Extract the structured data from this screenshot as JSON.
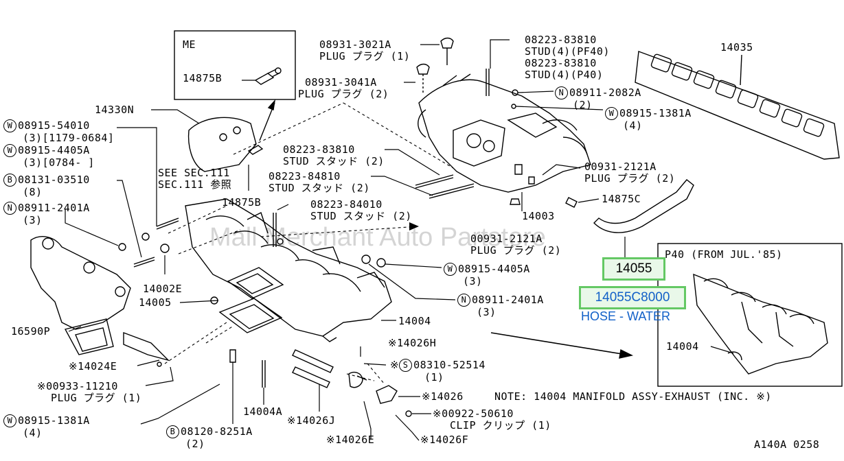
{
  "watermark": "Mall Merchant Auto Partstore",
  "diagram_code": "A140A 0258",
  "highlight": {
    "part": "14055",
    "part_code": "14055C8000",
    "part_name": "HOSE - WATER",
    "accent_color": "#64c864",
    "text_color": "#1260c8"
  },
  "inset_me": {
    "title": "ME",
    "part": "14875B"
  },
  "inset_p40": {
    "title": "P40 (FROM JUL.'85)",
    "part": "14004"
  },
  "note": "NOTE: 14004 MANIFOLD ASSY-EXHAUST (INC. ※)",
  "labels": {
    "p_08931_3021a": {
      "num": "08931-3021A",
      "desc": "PLUG プラグ (1)"
    },
    "p_08931_3041a": {
      "num": "08931-3041A",
      "desc": "PLUG プラグ (2)"
    },
    "p_08223_83810_top": {
      "num": "08223-83810",
      "desc": "STUD(4)(PF40)"
    },
    "p_08223_83810_top2": {
      "num": "08223-83810",
      "desc": "STUD(4)(P40)"
    },
    "p_08911_2082a": {
      "num": "08911-2082A",
      "desc": "(2)",
      "badge": "N"
    },
    "p_08915_1381a_top": {
      "num": "08915-1381A",
      "desc": "(4)",
      "badge": "W"
    },
    "p_14035": {
      "num": "14035"
    },
    "p_14330n": {
      "num": "14330N"
    },
    "p_08915_54010": {
      "num": "08915-54010",
      "desc": "(3)[1179-0684]",
      "badge": "W"
    },
    "p_08915_4405a_left": {
      "num": "08915-4405A",
      "desc": "(3)[0784-      ]",
      "badge": "W"
    },
    "p_08131_03510": {
      "num": "08131-03510",
      "desc": "(8)",
      "badge": "B"
    },
    "p_08911_2401a_left": {
      "num": "08911-2401A",
      "desc": "(3)",
      "badge": "N"
    },
    "see_sec": {
      "line1": "SEE SEC.111",
      "line2": "SEC.111 参照"
    },
    "p_08223_83810_mid": {
      "num": "08223-83810",
      "desc": "STUD スタッド (2)"
    },
    "p_08223_84810": {
      "num": "08223-84810",
      "desc": "STUD スタッド (2)"
    },
    "p_00931_2121a_a": {
      "num": "00931-2121A",
      "desc": "PLUG プラグ (2)"
    },
    "p_14875b_mid": {
      "num": "14875B"
    },
    "p_08223_84010": {
      "num": "08223-84010",
      "desc": "STUD スタッド (2)"
    },
    "p_14875c": {
      "num": "14875C"
    },
    "p_14003": {
      "num": "14003"
    },
    "p_00931_2121a_b": {
      "num": "00931-2121A",
      "desc": "PLUG プラグ (2)"
    },
    "p_14002e": {
      "num": "14002E"
    },
    "p_14005": {
      "num": "14005"
    },
    "p_08915_4405a_mid": {
      "num": "08915-4405A",
      "desc": "(3)",
      "badge": "W"
    },
    "p_08911_2401a_mid": {
      "num": "08911-2401A",
      "desc": "(3)",
      "badge": "N"
    },
    "p_14004_main": {
      "num": "14004"
    },
    "p_16590p": {
      "num": "16590P"
    },
    "p_14024e": {
      "num": "※14024E"
    },
    "p_14026h": {
      "num": "※14026H"
    },
    "p_08310_52514": {
      "num": "08310-52514",
      "desc": "(1)",
      "badge": "S",
      "prefix": "※"
    },
    "p_00933_11210": {
      "num": "※00933-11210",
      "desc": "PLUG プラグ (1)"
    },
    "p_14026": {
      "num": "※14026"
    },
    "p_08915_1381a_bot": {
      "num": "08915-1381A",
      "desc": "(4)",
      "badge": "W"
    },
    "p_14004a": {
      "num": "14004A"
    },
    "p_14026j": {
      "num": "※14026J"
    },
    "p_00922_50610": {
      "num": "※00922-50610",
      "desc": "CLIP クリップ (1)"
    },
    "p_08120_8251a": {
      "num": "08120-8251A",
      "desc": "(2)",
      "badge": "B"
    },
    "p_14026e": {
      "num": "※14026E"
    },
    "p_14026f": {
      "num": "※14026F"
    }
  }
}
